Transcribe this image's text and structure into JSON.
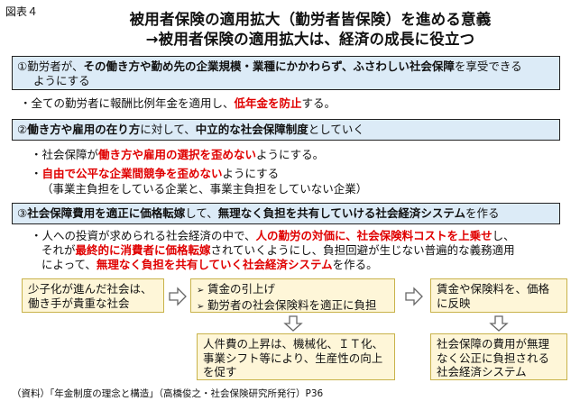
{
  "figure_label": "図表４",
  "title": {
    "line1": "被用者保険の適用拡大（勤労者皆保険）を進める意義",
    "line2": "→被用者保険の適用拡大は、経済の成長に役立つ"
  },
  "section1": {
    "heading_parts": [
      "①勤労者が、",
      "その働き方や勤め先の企業規模・業種にかかわらず、",
      "ふさわしい社会保障",
      "を享受できる"
    ],
    "heading_line2": "ようにする",
    "bullet_parts": [
      "・全ての勤労者に報酬比例年金を適用し、",
      "低年金を防止",
      "する。"
    ]
  },
  "section2": {
    "heading_parts": [
      "②",
      "働き方や雇用の在り方",
      "に対して、",
      "中立的な社会保障制度",
      "としていく"
    ],
    "bullet1_parts": [
      "・社会保障が",
      "働き方や雇用の選択を歪めない",
      "ようにする。"
    ],
    "bullet2_parts": [
      "・",
      "自由で公平な企業間競争を歪めない",
      "ようにする"
    ],
    "bullet2_note": "（事業主負担をしている企業と、事業主負担をしていない企業）"
  },
  "section3": {
    "heading_parts": [
      "③",
      "社会保障費用を適正に価格転嫁",
      "して、",
      "無理なく負担を共有していける社会経済システム",
      "を作る"
    ],
    "line1_parts": [
      "・人への投資が求められる社会経済の中で、",
      "人の勤労の対価に、社会保険料コストを上乗せ",
      "し、"
    ],
    "line2_parts": [
      "それが",
      "最終的に消費者に価格転嫁",
      "されていくようにし、負担回避が生じない普遍的な義務適用"
    ],
    "line3_parts": [
      "によって、",
      "無理なく負担を共有していく社会経済システム",
      "を作る。"
    ]
  },
  "flow": {
    "box1": [
      "少子化が進んだ社会は、",
      "働き手が貴重な社会"
    ],
    "box2": [
      "賃金の引上げ",
      "勤労者の社会保険料を適正に負担"
    ],
    "box3": [
      "賃金や保険料を、価格",
      "に反映"
    ],
    "box4": [
      "人件費の上昇は、機械化、ＩＴ化、",
      "事業シフト等により、生産性の向上",
      "を促す"
    ],
    "box5": [
      "社会保障の費用が無理",
      "なく公正に負担される",
      "社会経済システム"
    ]
  },
  "source": "（資料）「年金制度の理念と構造」（高橋俊之・社会保険研究所発行）P36"
}
